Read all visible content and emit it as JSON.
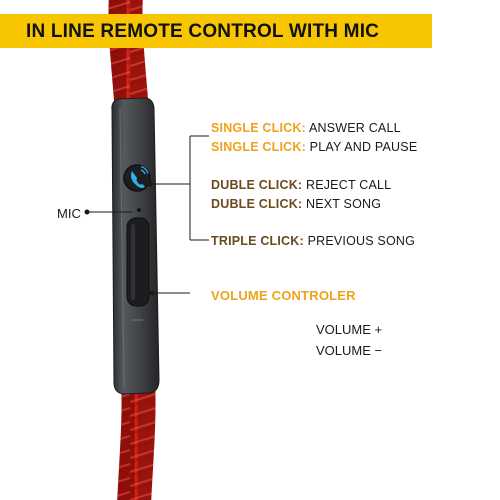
{
  "banner": {
    "title": "IN LINE REMOTE CONTROL WITH MIC"
  },
  "mic_label": "MIC",
  "features": [
    {
      "action": "SINGLE CLICK:",
      "result": "ANSWER CALL"
    },
    {
      "action": "SINGLE CLICK:",
      "result": "PLAY AND PAUSE"
    },
    {
      "action": "DUBLE CLICK:",
      "result": "REJECT CALL"
    },
    {
      "action": "DUBLE CLICK:",
      "result": "NEXT SONG"
    },
    {
      "action": "TRIPLE CLICK:",
      "result": "PREVIOUS SONG"
    }
  ],
  "volume": {
    "title": "VOLUME CONTROLER",
    "up": "VOLUME +",
    "down": "VOLUME −"
  },
  "colors": {
    "banner": "#f7c600",
    "cable": "#d8231c",
    "remote_body": "#3f4144",
    "call_icon": "#2fb4e9",
    "label_orange": "#f0a21a",
    "label_brown": "#6b4a1e"
  },
  "icons": [
    "phone-icon",
    "mic-hole-icon"
  ]
}
